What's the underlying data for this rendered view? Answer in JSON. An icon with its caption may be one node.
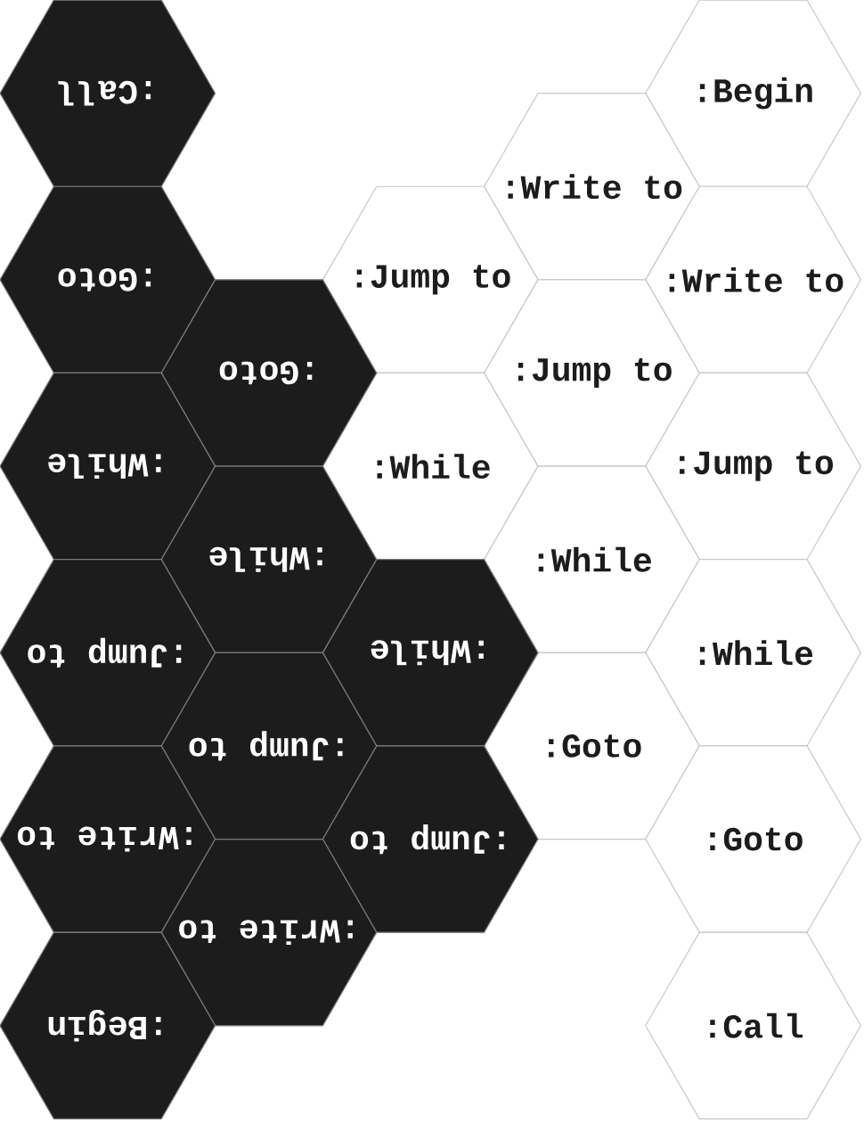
{
  "diagram": {
    "nodes": [
      {
        "text": [
          ":Call"
        ]
      },
      {
        "text": [
          ":Begin"
        ]
      },
      {
        "text": [
          ":Write to"
        ]
      },
      {
        "text": [
          ":Goto"
        ]
      },
      {
        "text": [
          ":Jump to"
        ]
      },
      {
        "text": [
          ":Write to"
        ]
      },
      {
        "text": [
          ":Goto"
        ]
      },
      {
        "text": [
          ":Jump to"
        ]
      },
      {
        "text": [
          ":While"
        ]
      },
      {
        "text": [
          ":While"
        ]
      },
      {
        "text": [
          ":Jump to"
        ]
      },
      {
        "text": [
          ":While"
        ]
      },
      {
        "text": [
          ":While"
        ]
      },
      {
        "text": [
          ":Jump to"
        ]
      },
      {
        "text": [
          ":While"
        ]
      },
      {
        "text": [
          ":While"
        ]
      },
      {
        "text": [
          ":Jump to"
        ]
      },
      {
        "text": [
          ":Goto"
        ]
      },
      {
        "text": [
          ":Write to"
        ]
      },
      {
        "text": [
          ":Jump to"
        ]
      },
      {
        "text": [
          ":Goto"
        ]
      },
      {
        "text": [
          ":Write to"
        ]
      },
      {
        "text": [
          ":Begin"
        ]
      },
      {
        "text": [
          ":Call"
        ]
      }
    ]
  }
}
